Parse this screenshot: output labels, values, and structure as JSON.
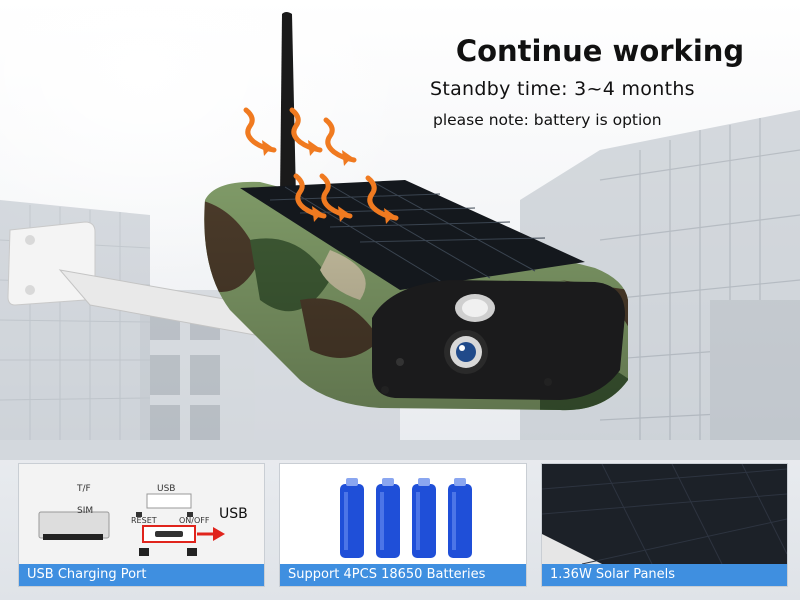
{
  "headline": {
    "title": "Continue working",
    "standby": "Standby time: 3~4 months",
    "note": "please note: battery is option"
  },
  "panels": [
    {
      "caption": "USB Charging Port",
      "labels": {
        "tf": "T/F",
        "sim": "SIM",
        "usb_top": "USB",
        "reset": "RESET",
        "onoff": "ON/OFF",
        "usb_callout": "USB"
      }
    },
    {
      "caption": "Support 4PCS 18650 Batteries",
      "battery_count": 4
    },
    {
      "caption": "1.36W Solar Panels"
    }
  ],
  "colors": {
    "caption_bg": "#3f8fe0",
    "battery_blue": "#1f4fd8",
    "arrow_orange": "#f07a20",
    "camo_green": "#6e8a5a",
    "callout_red": "#e0241c"
  },
  "icons": [
    "antenna-icon",
    "sun-ray-arrow-icon",
    "lens-icon",
    "battery-icon",
    "arrow-right-icon"
  ]
}
